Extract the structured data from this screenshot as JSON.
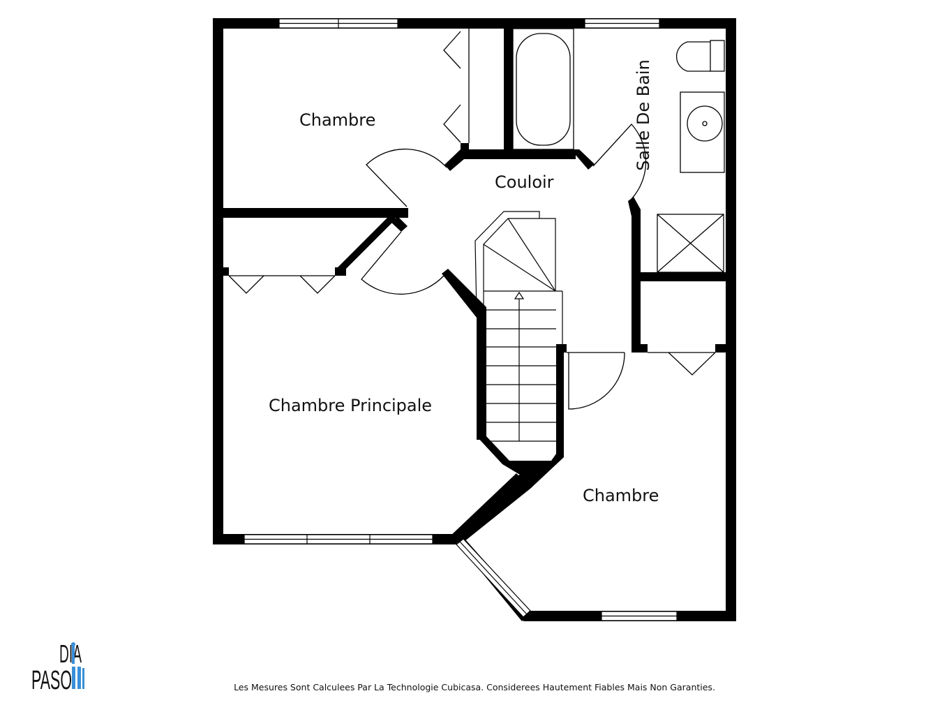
{
  "rooms": {
    "chambre_top": "Chambre",
    "couloir": "Couloir",
    "salle_de_bain": "Salle De Bain",
    "chambre_principale": "Chambre Principale",
    "chambre_bottom": "Chambre"
  },
  "logo": {
    "line1": "DIA",
    "line2": "PASON"
  },
  "footer": "Les Mesures Sont Calculees Par La Technologie Cubicasa. Considerees Hautement Fiables Mais Non Garanties.",
  "colors": {
    "wall": "#000000",
    "logo_accent": "#3a8fd8"
  }
}
